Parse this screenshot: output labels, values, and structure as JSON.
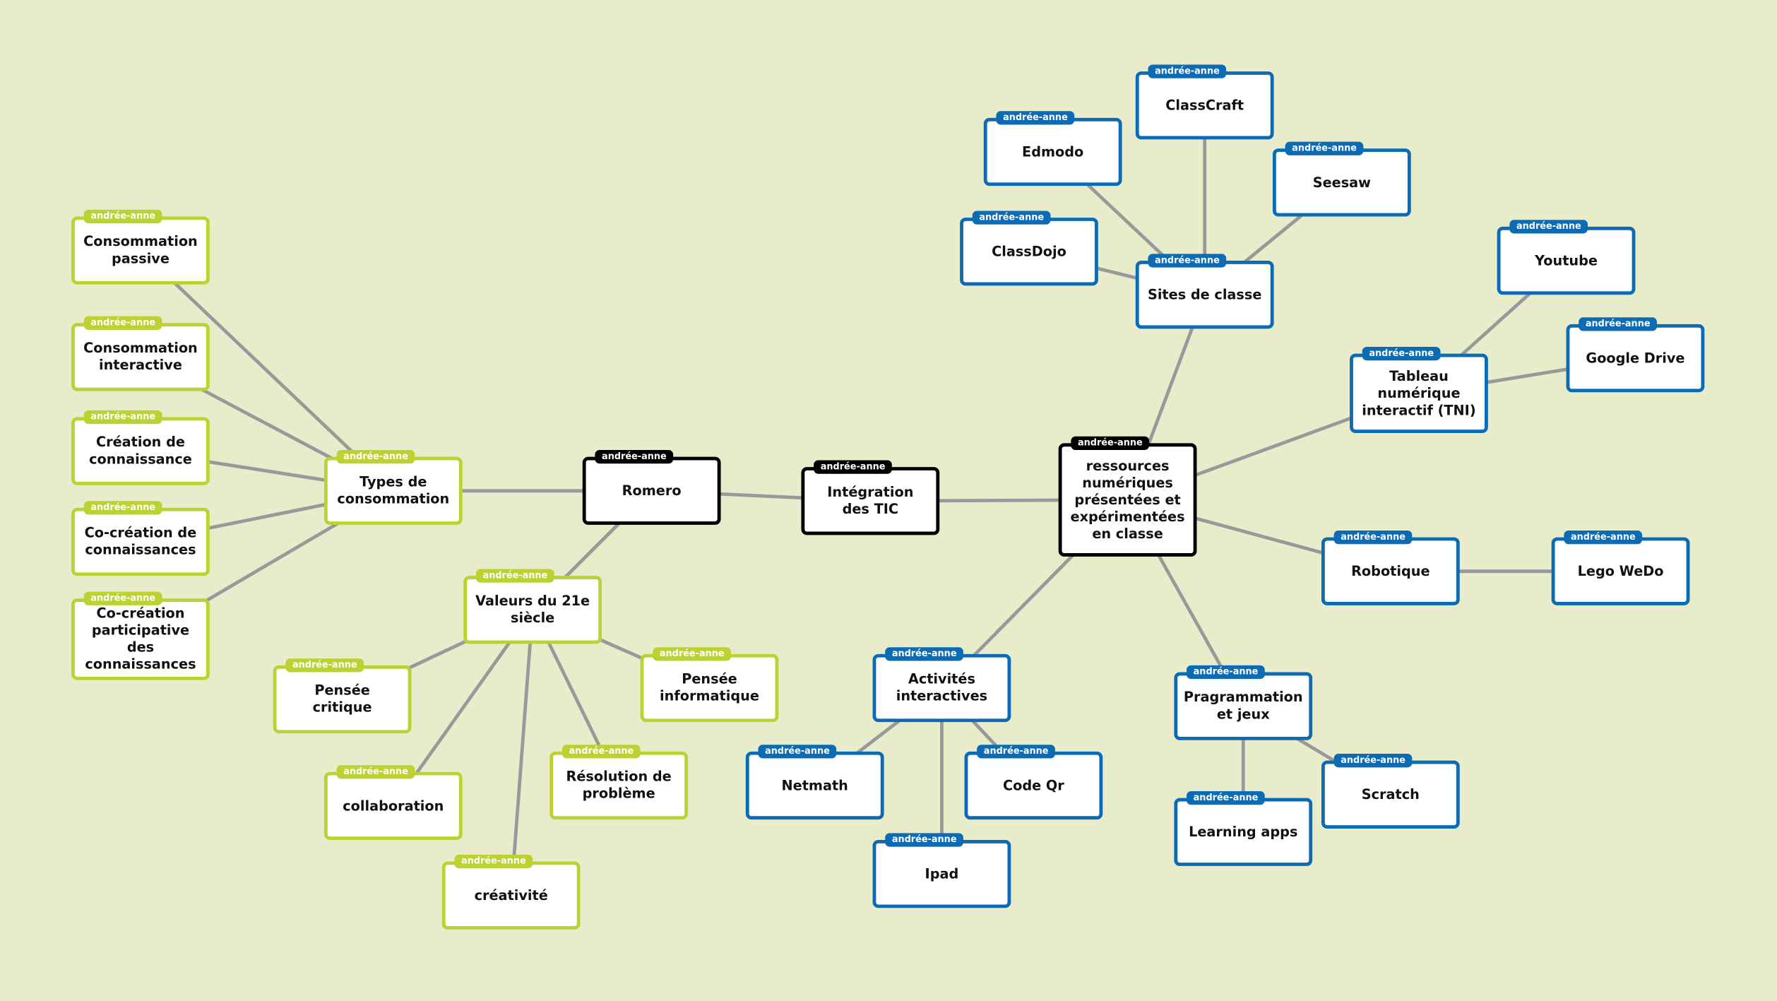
{
  "badge": "andrée-anne",
  "colors": {
    "background": "#e8ecca",
    "black": "#000000",
    "blue": "#0b6bb5",
    "green": "#bcd232",
    "edge": "#999999"
  },
  "nodes": {
    "romero": {
      "label": "Romero"
    },
    "integration": {
      "label": "Intégration des TIC"
    },
    "ressources": {
      "label": "ressources numériques présentées et expérimentées en classe"
    },
    "classcraft": {
      "label": "ClassCraft"
    },
    "edmodo": {
      "label": "Edmodo"
    },
    "seesaw": {
      "label": "Seesaw"
    },
    "classdojo": {
      "label": "ClassDojo"
    },
    "sites": {
      "label": "Sites de classe"
    },
    "youtube": {
      "label": "Youtube"
    },
    "gdrive": {
      "label": "Google Drive"
    },
    "tni": {
      "label": "Tableau numérique interactif (TNI)"
    },
    "robotique": {
      "label": "Robotique"
    },
    "lego": {
      "label": "Lego WeDo"
    },
    "activites": {
      "label": "Activités interactives"
    },
    "netmath": {
      "label": "Netmath"
    },
    "codeqr": {
      "label": "Code Qr"
    },
    "ipad": {
      "label": "Ipad"
    },
    "prog": {
      "label": "Pragrammation et jeux"
    },
    "scratch": {
      "label": "Scratch"
    },
    "learning": {
      "label": "Learning apps"
    },
    "conspassive": {
      "label": "Consommation passive"
    },
    "consinter": {
      "label": "Consommation interactive"
    },
    "creation": {
      "label": "Création de connaissance"
    },
    "cocreation": {
      "label": "Co-création de connaissances"
    },
    "cocreationpart": {
      "label": "Co-création participative des connaissances"
    },
    "types": {
      "label": "Types de consommation"
    },
    "valeurs": {
      "label": "Valeurs du 21e siècle"
    },
    "critique": {
      "label": "Pensée critique"
    },
    "informatique": {
      "label": "Pensée informatique"
    },
    "collaboration": {
      "label": "collaboration"
    },
    "resolution": {
      "label": "Résolution de problème"
    },
    "creativite": {
      "label": "créativité"
    }
  }
}
